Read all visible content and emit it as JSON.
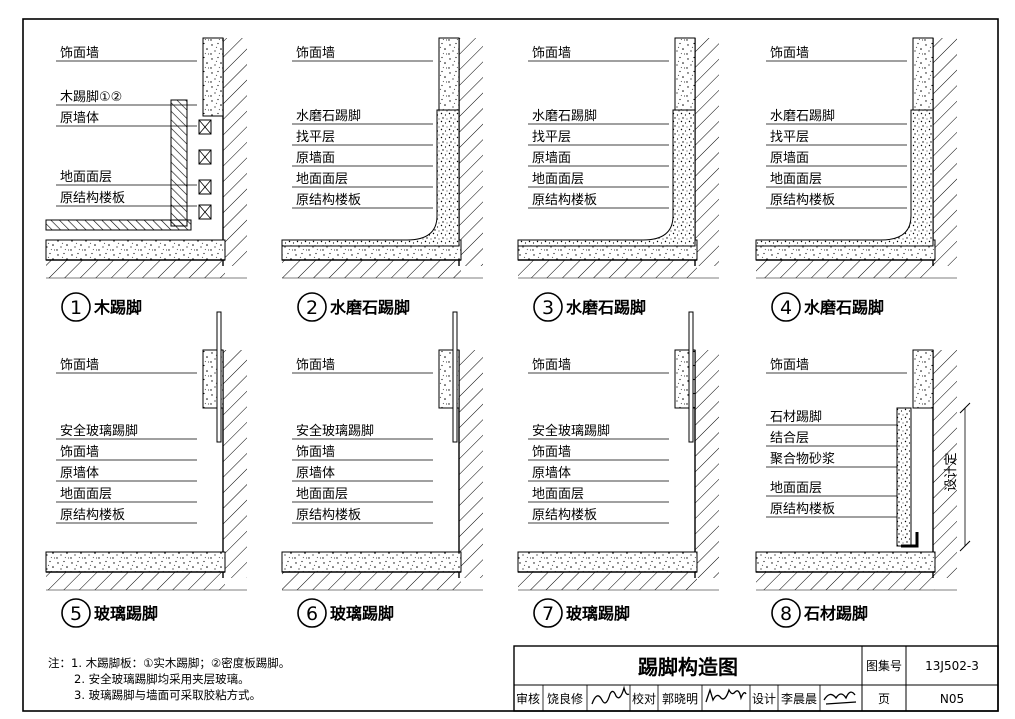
{
  "details": [
    {
      "num": "1",
      "caption": "木踢脚",
      "labels": [
        "饰面墙",
        "木踢脚①②",
        "原墙体",
        "地面面层",
        "原结构楼板"
      ]
    },
    {
      "num": "2",
      "caption": "水磨石踢脚",
      "labels": [
        "饰面墙",
        "水磨石踢脚",
        "找平层",
        "原墙面",
        "地面面层",
        "原结构楼板"
      ]
    },
    {
      "num": "3",
      "caption": "水磨石踢脚",
      "labels": [
        "饰面墙",
        "水磨石踢脚",
        "找平层",
        "原墙面",
        "地面面层",
        "原结构楼板"
      ]
    },
    {
      "num": "4",
      "caption": "水磨石踢脚",
      "labels": [
        "饰面墙",
        "水磨石踢脚",
        "找平层",
        "原墙面",
        "地面面层",
        "原结构楼板"
      ]
    },
    {
      "num": "5",
      "caption": "玻璃踢脚",
      "labels": [
        "饰面墙",
        "安全玻璃踢脚",
        "饰面墙",
        "原墙体",
        "地面面层",
        "原结构楼板"
      ]
    },
    {
      "num": "6",
      "caption": "玻璃踢脚",
      "labels": [
        "饰面墙",
        "安全玻璃踢脚",
        "饰面墙",
        "原墙体",
        "地面面层",
        "原结构楼板"
      ]
    },
    {
      "num": "7",
      "caption": "玻璃踢脚",
      "labels": [
        "饰面墙",
        "安全玻璃踢脚",
        "饰面墙",
        "原墙体",
        "地面面层",
        "原结构楼板"
      ]
    },
    {
      "num": "8",
      "caption": "石材踢脚",
      "labels": [
        "饰面墙",
        "石材踢脚",
        "结合层",
        "聚合物砂浆",
        "地面面层",
        "原结构楼板"
      ],
      "dimension": "设计定"
    }
  ],
  "notes": [
    "注：1. 木踢脚板：①实木踢脚；②密度板踢脚。",
    "2. 安全玻璃踢脚均采用夹层玻璃。",
    "3. 玻璃踢脚与墙面可采取胶粘方式。"
  ],
  "title_block": {
    "title": "踢脚构造图",
    "atlas_label": "图集号",
    "atlas_no": "13J502-3",
    "page_label": "页",
    "page_no": "N05",
    "review_label": "审核",
    "reviewer": "饶良修",
    "check_label": "校对",
    "checker": "郭晓明",
    "design_label": "设计",
    "designer": "李晨晨"
  }
}
